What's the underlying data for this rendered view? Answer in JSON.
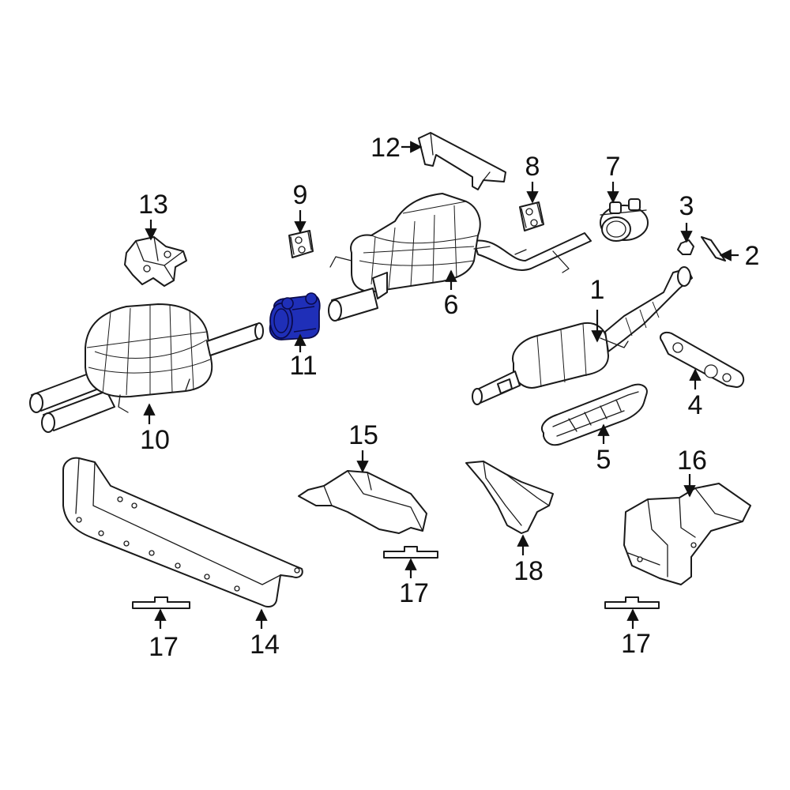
{
  "highlight_color": "#1f2fb8",
  "outline_color": "#1a1a1a",
  "highlighted_part": "11",
  "callouts": {
    "c1": "1",
    "c2": "2",
    "c3": "3",
    "c4": "4",
    "c5": "5",
    "c6": "6",
    "c7": "7",
    "c8": "8",
    "c9": "9",
    "c10": "10",
    "c11": "11",
    "c12": "12",
    "c13": "13",
    "c14": "14",
    "c15": "15",
    "c16": "16",
    "c17a": "17",
    "c17b": "17",
    "c17c": "17",
    "c18": "18"
  }
}
